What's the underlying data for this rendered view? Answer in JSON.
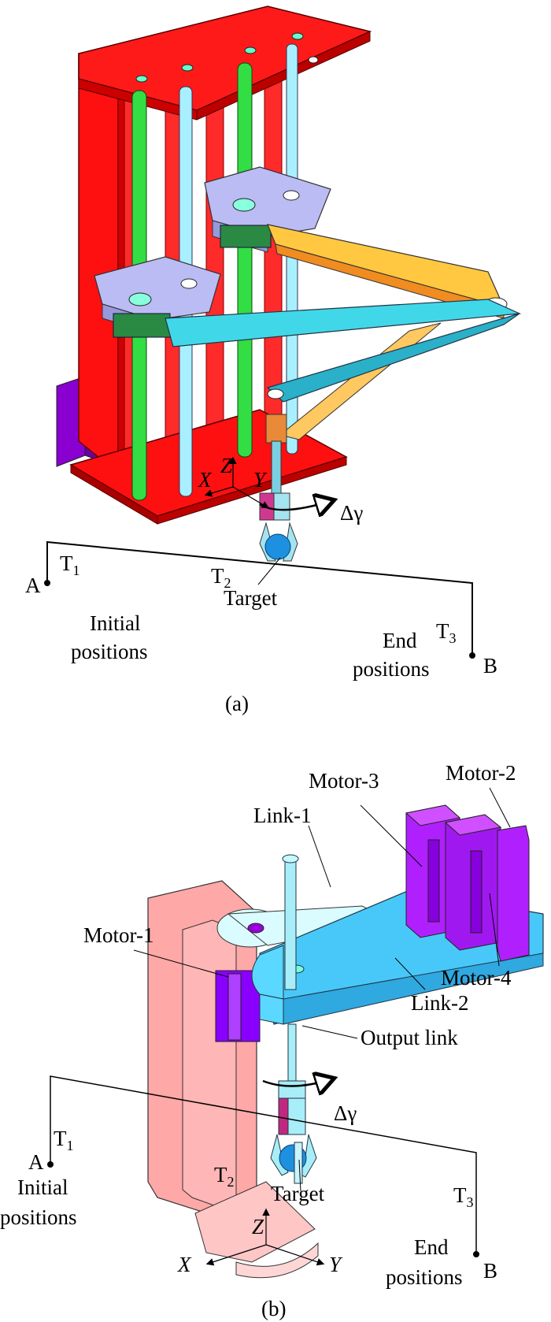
{
  "figure": {
    "panels": [
      {
        "id": "a",
        "caption": "(a)",
        "axes": {
          "z": "Z",
          "x": "X",
          "y": "Y"
        },
        "rotation_label": "Δγ",
        "target_label": "Target",
        "path_points": {
          "start": "A",
          "end": "B"
        },
        "segments": [
          {
            "name": "T",
            "sub": "1"
          },
          {
            "name": "T",
            "sub": "2"
          },
          {
            "name": "T",
            "sub": "3"
          }
        ],
        "initial_label": [
          "Initial",
          "positions"
        ],
        "end_label": [
          "End",
          "positions"
        ],
        "colors": {
          "frame": "#ff0000",
          "screw": "#33dd44",
          "rod": "#aaf0ff",
          "carriage": "#b8b8f0",
          "upper_link": "#ffc846",
          "lower_link": "#40d8e8",
          "motor": "#8800cc"
        }
      },
      {
        "id": "b",
        "caption": "(b)",
        "axes": {
          "z": "Z",
          "x": "X",
          "y": "Y"
        },
        "rotation_label": "Δγ",
        "target_label": "Target",
        "path_points": {
          "start": "A",
          "end": "B"
        },
        "segments": [
          {
            "name": "T",
            "sub": "1"
          },
          {
            "name": "T",
            "sub": "2"
          },
          {
            "name": "T",
            "sub": "3"
          }
        ],
        "initial_label": [
          "Initial",
          "positions"
        ],
        "end_label": [
          "End",
          "positions"
        ],
        "component_labels": {
          "motor_1": "Motor-1",
          "motor_2": "Motor-2",
          "motor_3": "Motor-3",
          "motor_4": "Motor-4",
          "link_1": "Link-1",
          "link_2": "Link-2",
          "output_link": "Output link"
        },
        "colors": {
          "column": "#ffaaaa",
          "link_1": "#d8fbff",
          "link_2": "#48c8f8",
          "motor": "#b020ff"
        }
      }
    ]
  }
}
